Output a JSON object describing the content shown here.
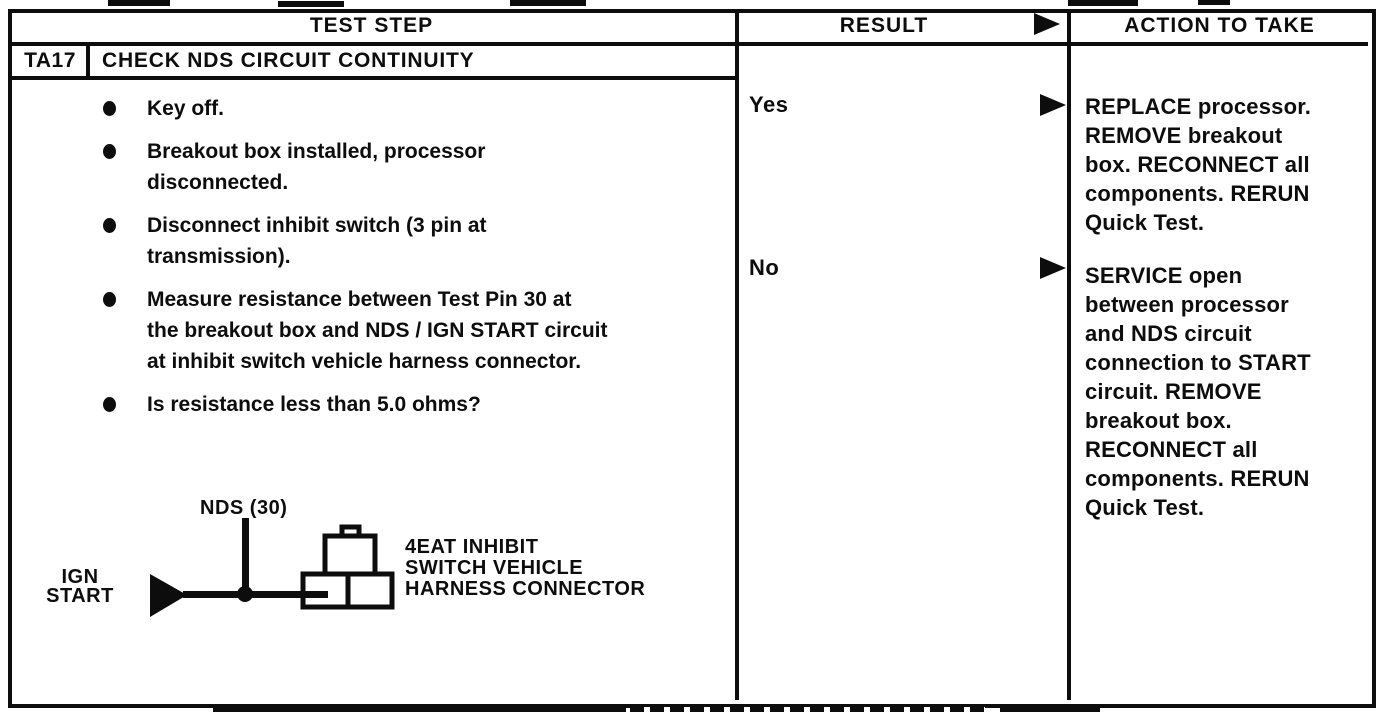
{
  "table": {
    "headers": {
      "test_step": "TEST STEP",
      "result": "RESULT",
      "action": "ACTION TO TAKE"
    },
    "test": {
      "id": "TA17",
      "title": "CHECK NDS CIRCUIT CONTINUITY"
    },
    "bullets": [
      "Key off.",
      "Breakout box installed, processor\ndisconnected.",
      "Disconnect inhibit switch (3 pin at\ntransmission).",
      "Measure resistance between Test Pin 30 at\nthe breakout box and NDS / IGN START circuit\nat inhibit switch vehicle harness connector.",
      "Is resistance less than 5.0 ohms?"
    ],
    "results": [
      {
        "label": "Yes"
      },
      {
        "label": "No"
      }
    ],
    "actions": [
      "REPLACE processor.\nREMOVE breakout\nbox. RECONNECT all\ncomponents. RERUN\nQuick Test.",
      "SERVICE open\nbetween processor\nand NDS circuit\nconnection to START\ncircuit. REMOVE\nbreakout box.\nRECONNECT all\ncomponents. RERUN\nQuick Test."
    ]
  },
  "diagram": {
    "wire_label": "NDS (30)",
    "source_label": "IGN\nSTART",
    "connector_label": "4EAT INHIBIT\nSWITCH VEHICLE\nHARNESS CONNECTOR"
  },
  "colors": {
    "ink": "#0d0d0d",
    "paper": "#ffffff"
  }
}
